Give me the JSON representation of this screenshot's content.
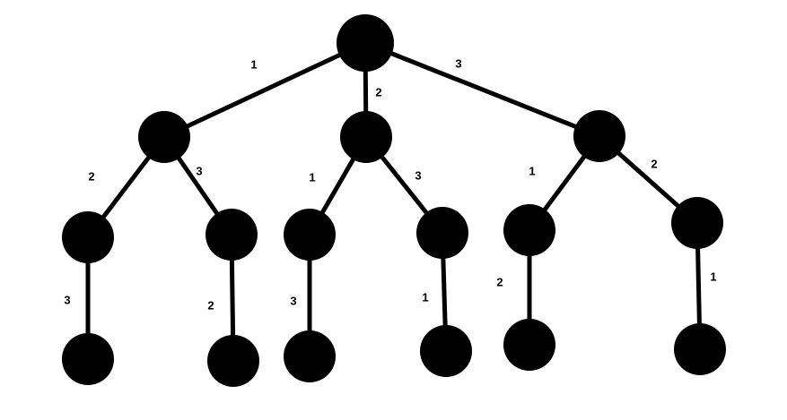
{
  "diagram": {
    "type": "weighted-tree",
    "node_color": "#000000",
    "edge_color": "#000000",
    "nodes": [
      "root",
      "a",
      "b",
      "c",
      "a1",
      "a2",
      "b1",
      "b2",
      "c1",
      "c2",
      "a1x",
      "a2x",
      "b1x",
      "b2x",
      "c1x",
      "c2x"
    ],
    "edges": [
      {
        "from": "root",
        "to": "a",
        "weight": "1"
      },
      {
        "from": "root",
        "to": "b",
        "weight": "2"
      },
      {
        "from": "root",
        "to": "c",
        "weight": "3"
      },
      {
        "from": "a",
        "to": "a1",
        "weight": "2"
      },
      {
        "from": "a",
        "to": "a2",
        "weight": "3"
      },
      {
        "from": "b",
        "to": "b1",
        "weight": "1"
      },
      {
        "from": "b",
        "to": "b2",
        "weight": "3"
      },
      {
        "from": "c",
        "to": "c1",
        "weight": "1"
      },
      {
        "from": "c",
        "to": "c2",
        "weight": "2"
      },
      {
        "from": "a1",
        "to": "a1x",
        "weight": "3"
      },
      {
        "from": "a2",
        "to": "a2x",
        "weight": "2"
      },
      {
        "from": "b1",
        "to": "b1x",
        "weight": "3"
      },
      {
        "from": "b2",
        "to": "b2x",
        "weight": "1"
      },
      {
        "from": "c1",
        "to": "c1x",
        "weight": "2"
      },
      {
        "from": "c2",
        "to": "c2x",
        "weight": "1"
      }
    ]
  }
}
